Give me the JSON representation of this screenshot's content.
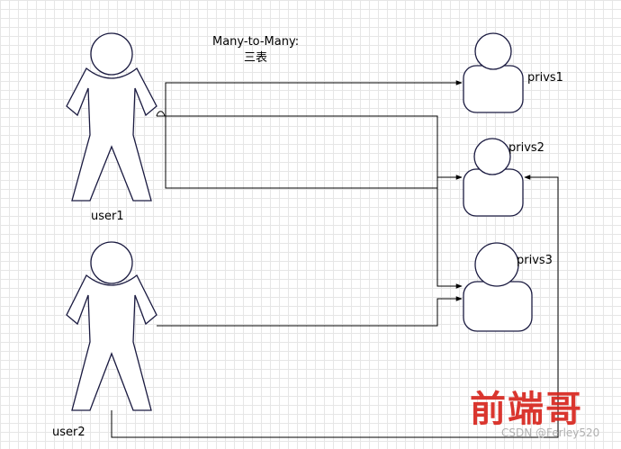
{
  "title": {
    "line1": "Many-to-Many:",
    "line2": "三表"
  },
  "actors": [
    {
      "label": "user1"
    },
    {
      "label": "user2"
    }
  ],
  "privileges": [
    {
      "label": "privs1"
    },
    {
      "label": "privs2"
    },
    {
      "label": "privs3"
    }
  ],
  "watermark": {
    "logo_text": "前端哥",
    "credit": "CSDN @Ferley520"
  },
  "colors": {
    "shape_stroke": "#1a1a40",
    "connector": "#000000",
    "watermark_red": "#d7261e"
  }
}
